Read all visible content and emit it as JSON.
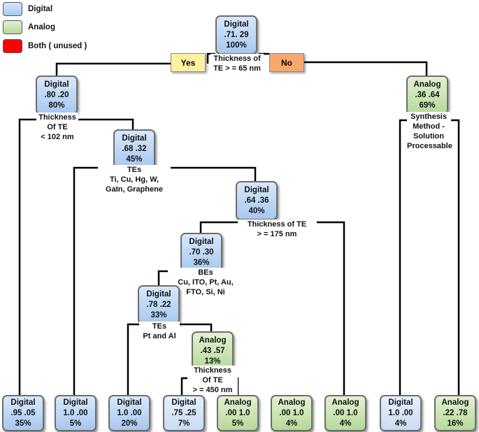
{
  "legend": [
    {
      "label": "Digital",
      "color": "#a8c8ef"
    },
    {
      "label": "Analog",
      "color": "#b5d99a"
    },
    {
      "label": "Both ( unused )",
      "color": "#ff0000"
    }
  ],
  "branches": {
    "yes": "Yes",
    "no": "No",
    "yes_color": "#fff1a0",
    "no_color": "#f9a76a"
  },
  "nodes": {
    "root": {
      "cls": "Digital",
      "probs": ".71. 29",
      "pct": "100%"
    },
    "n1": {
      "cls": "Digital",
      "probs": ".80 .20",
      "pct": "80%"
    },
    "n2": {
      "cls": "Analog",
      "probs": ".36 .64",
      "pct": "69%"
    },
    "n3": {
      "cls": "Digital",
      "probs": ".68 .32",
      "pct": "45%"
    },
    "n4": {
      "cls": "Digital",
      "probs": ".64 .36",
      "pct": "40%"
    },
    "n5": {
      "cls": "Digital",
      "probs": ".70 .30",
      "pct": "36%"
    },
    "n6": {
      "cls": "Digital",
      "probs": ".78 .22",
      "pct": "33%"
    },
    "n7": {
      "cls": "Analog",
      "probs": ".43 .57",
      "pct": "13%"
    }
  },
  "splits": {
    "root": [
      "Thickness of",
      "TE > = 65 nm"
    ],
    "n1": [
      "Thickness",
      "Of TE",
      "< 102 nm"
    ],
    "n2": [
      "Synthesis",
      "Method -",
      "Solution",
      "Processable"
    ],
    "n3": [
      "TEs",
      "Ti, Cu, Hg, W,",
      "GaIn, Graphene"
    ],
    "n4": [
      "Thickness of TE",
      "> = 175 nm"
    ],
    "n5": [
      "BEs",
      "Cu, ITO, Pt, Au,",
      "FTO, Si, Ni"
    ],
    "n6": [
      "TEs",
      "Pt and Al"
    ],
    "n7": [
      "Thickness",
      "Of TE",
      "> = 450 nm"
    ]
  },
  "leaves": [
    {
      "cls": "Digital",
      "probs": ".95 .05",
      "pct": "35%"
    },
    {
      "cls": "Digital",
      "probs": "1.0 .00",
      "pct": "5%"
    },
    {
      "cls": "Digital",
      "probs": "1.0 .00",
      "pct": "20%"
    },
    {
      "cls": "Digital",
      "probs": ".75 .25",
      "pct": "7%"
    },
    {
      "cls": "Analog",
      "probs": ".00 1.0",
      "pct": "5%"
    },
    {
      "cls": "Analog",
      "probs": ".00 1.0",
      "pct": "4%"
    },
    {
      "cls": "Analog",
      "probs": ".00 1.0",
      "pct": "4%"
    },
    {
      "cls": "Digital",
      "probs": "1.0 .00",
      "pct": "4%"
    },
    {
      "cls": "Analog",
      "probs": ".22 .78",
      "pct": "16%"
    }
  ]
}
